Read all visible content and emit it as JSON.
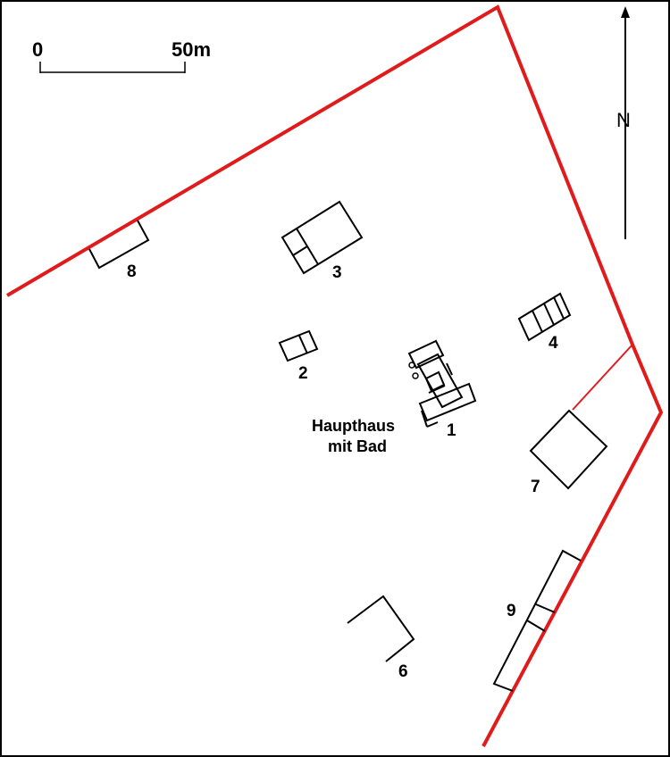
{
  "colors": {
    "boundary": "#e01b1b",
    "ink": "#000000",
    "background": "#ffffff"
  },
  "scale_bar": {
    "start_label": "0",
    "end_label": "50m"
  },
  "north_arrow": {
    "label": "N"
  },
  "buildings": {
    "b1": {
      "number": "1",
      "caption_line1": "Haupthaus",
      "caption_line2": "mit Bad"
    },
    "b2": {
      "number": "2"
    },
    "b3": {
      "number": "3"
    },
    "b4": {
      "number": "4"
    },
    "b6": {
      "number": "6"
    },
    "b7": {
      "number": "7"
    },
    "b8": {
      "number": "8"
    },
    "b9": {
      "number": "9"
    }
  }
}
